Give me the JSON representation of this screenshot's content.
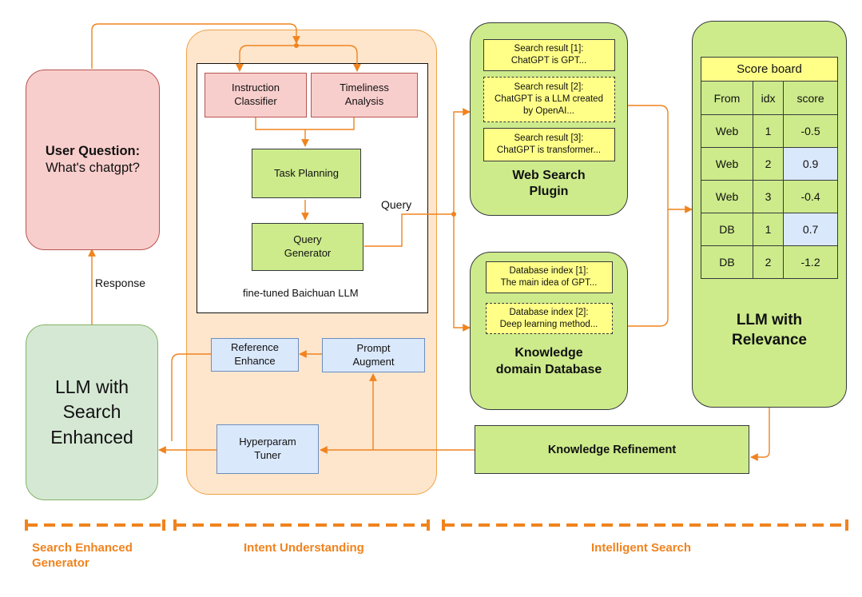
{
  "colors": {
    "arrow": "#f0831e",
    "user_question_fill": "#f8cecc",
    "llm_fill": "#d5e8d4",
    "plugin_fill": "#cdeb8b",
    "tuner_fill": "#dae8fc",
    "result_fill": "#ffff88",
    "intent_region_fill": "#fde6cc",
    "scoreboard_header_fill": "#ffff88",
    "positive_score_fill": "#dae8fc"
  },
  "user_question": {
    "title": "User Question:",
    "text": "What's chatgpt?"
  },
  "response_label": "Response",
  "llm_search_enhanced": "LLM with\nSearch\nEnhanced",
  "intent": {
    "instruction_classifier": "Instruction\nClassifier",
    "timeliness_analysis": "Timeliness\nAnalysis",
    "task_planning": "Task Planning",
    "query_generator": "Query\nGenerator",
    "inner_caption": "fine-tuned Baichuan LLM",
    "reference_enhance": "Reference\nEnhance",
    "prompt_augment": "Prompt\nAugment",
    "hyperparam_tuner": "Hyperparam\nTuner"
  },
  "query_label": "Query",
  "web_search": {
    "title": "Web Search\nPlugin",
    "results": [
      "Search result [1]:\nChatGPT is GPT...",
      "Search result [2]:\nChatGPT is a LLM created\nby OpenAI...",
      "Search result [3]:\nChatGPT is transformer..."
    ]
  },
  "knowledge_db": {
    "title": "Knowledge\ndomain Database",
    "items": [
      "Database index [1]:\nThe main idea of GPT...",
      "Database index [2]:\nDeep learning method..."
    ]
  },
  "scoreboard": {
    "title": "Score board",
    "headers": [
      "From",
      "idx",
      "score"
    ],
    "rows": [
      [
        "Web",
        "1",
        "-0.5"
      ],
      [
        "Web",
        "2",
        "0.9"
      ],
      [
        "Web",
        "3",
        "-0.4"
      ],
      [
        "DB",
        "1",
        "0.7"
      ],
      [
        "DB",
        "2",
        "-1.2"
      ]
    ]
  },
  "llm_relevance": "LLM with\nRelevance",
  "knowledge_refinement": "Knowledge Refinement",
  "sections": {
    "generator": "Search Enhanced\nGenerator",
    "intent": "Intent Understanding",
    "search": "Intelligent Search"
  }
}
